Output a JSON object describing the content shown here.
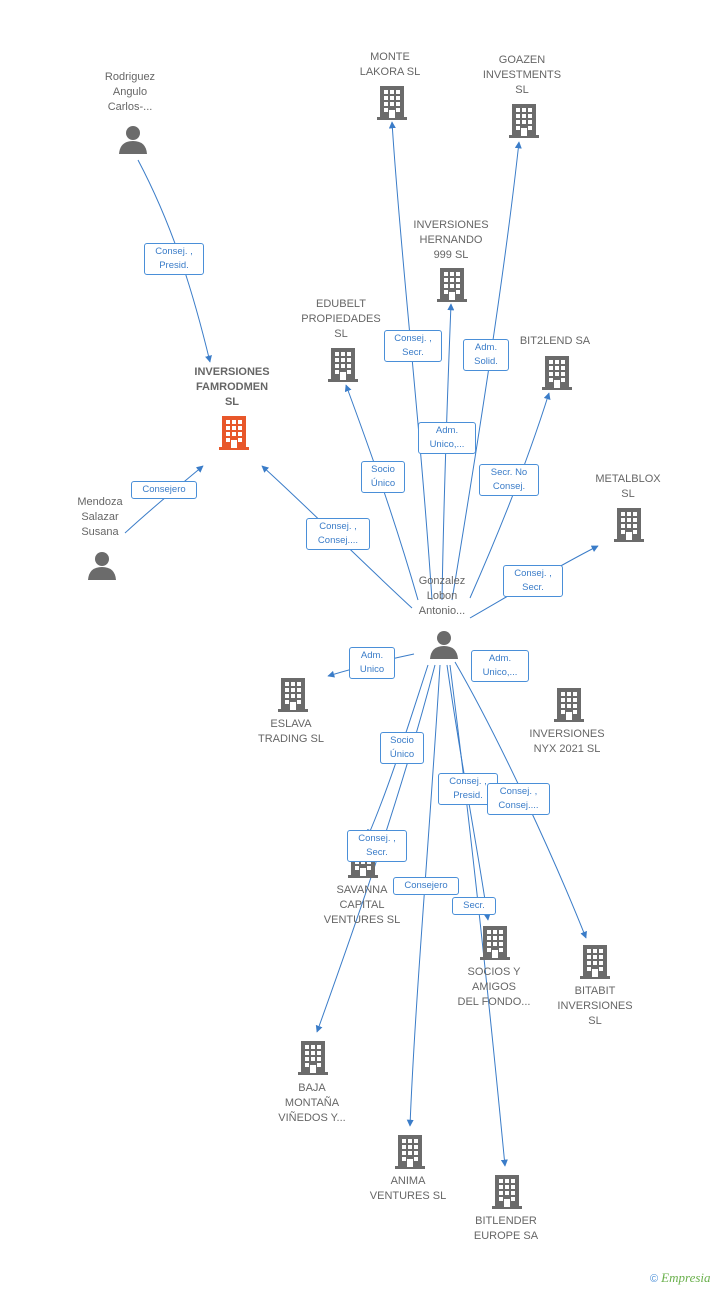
{
  "nodes": {
    "rodriguez": {
      "label": "Rodriguez\nAngulo\nCarlos-...",
      "type": "person"
    },
    "monte_lakora": {
      "label": "MONTE\nLAKORA  SL",
      "type": "company"
    },
    "goazen": {
      "label": "GOAZEN\nINVESTMENTS\nSL",
      "type": "company"
    },
    "inv_hernando": {
      "label": "INVERSIONES\nHERNANDO\n999  SL",
      "type": "company"
    },
    "edubelt": {
      "label": "EDUBELT\nPROPIEDADES\nSL",
      "type": "company"
    },
    "bit2lend": {
      "label": "BIT2LEND SA",
      "type": "company"
    },
    "famrodmen": {
      "label": "INVERSIONES\nFAMRODMEN\nSL",
      "type": "focus"
    },
    "metalblox": {
      "label": "METALBLOX\nSL",
      "type": "company"
    },
    "mendoza": {
      "label": "Mendoza\nSalazar\nSusana",
      "type": "person"
    },
    "gonzalez": {
      "label": "Gonzalez\nLobon\nAntonio...",
      "type": "person"
    },
    "eslava": {
      "label": "ESLAVA\nTRADING  SL",
      "type": "company"
    },
    "inv_nyx": {
      "label": "INVERSIONES\nNYX 2021  SL",
      "type": "company"
    },
    "savanna": {
      "label": "SAVANNA\nCAPITAL\nVENTURES  SL",
      "type": "company"
    },
    "socios": {
      "label": "SOCIOS Y\nAMIGOS\nDEL FONDO...",
      "type": "company"
    },
    "bitabit": {
      "label": "BITABIT\nINVERSIONES\nSL",
      "type": "company"
    },
    "baja": {
      "label": "BAJA\nMONTAÑA\nVIÑEDOS Y...",
      "type": "company"
    },
    "anima": {
      "label": "ANIMA\nVENTURES  SL",
      "type": "company"
    },
    "bitlender": {
      "label": "BITLENDER\nEUROPE SA",
      "type": "company"
    }
  },
  "edges": [
    {
      "label": "Consej. ,\nPresid."
    },
    {
      "label": "Consejero"
    },
    {
      "label": "Consej. ,\nConsej...."
    },
    {
      "label": "Socio\nÚnico"
    },
    {
      "label": "Consej. ,\nSecr."
    },
    {
      "label": "Adm.\nUnico,..."
    },
    {
      "label": "Adm.\nSolid."
    },
    {
      "label": "Secr.  No\nConsej."
    },
    {
      "label": "Consej. ,\nSecr."
    },
    {
      "label": "Adm.\nUnico"
    },
    {
      "label": "Adm.\nUnico,..."
    },
    {
      "label": "Socio\nÚnico"
    },
    {
      "label": "Consej. ,\nPresid."
    },
    {
      "label": "Consej. ,\nConsej...."
    },
    {
      "label": "Consej. ,\nSecr."
    },
    {
      "label": "Consejero"
    },
    {
      "label": "Secr."
    }
  ],
  "footer": {
    "copyright": "©",
    "brand": "Empresia"
  },
  "colors": {
    "edge": "#3a7cc8",
    "company": "#6b6b6b",
    "focus": "#e8572a",
    "person": "#6b6b6b"
  }
}
